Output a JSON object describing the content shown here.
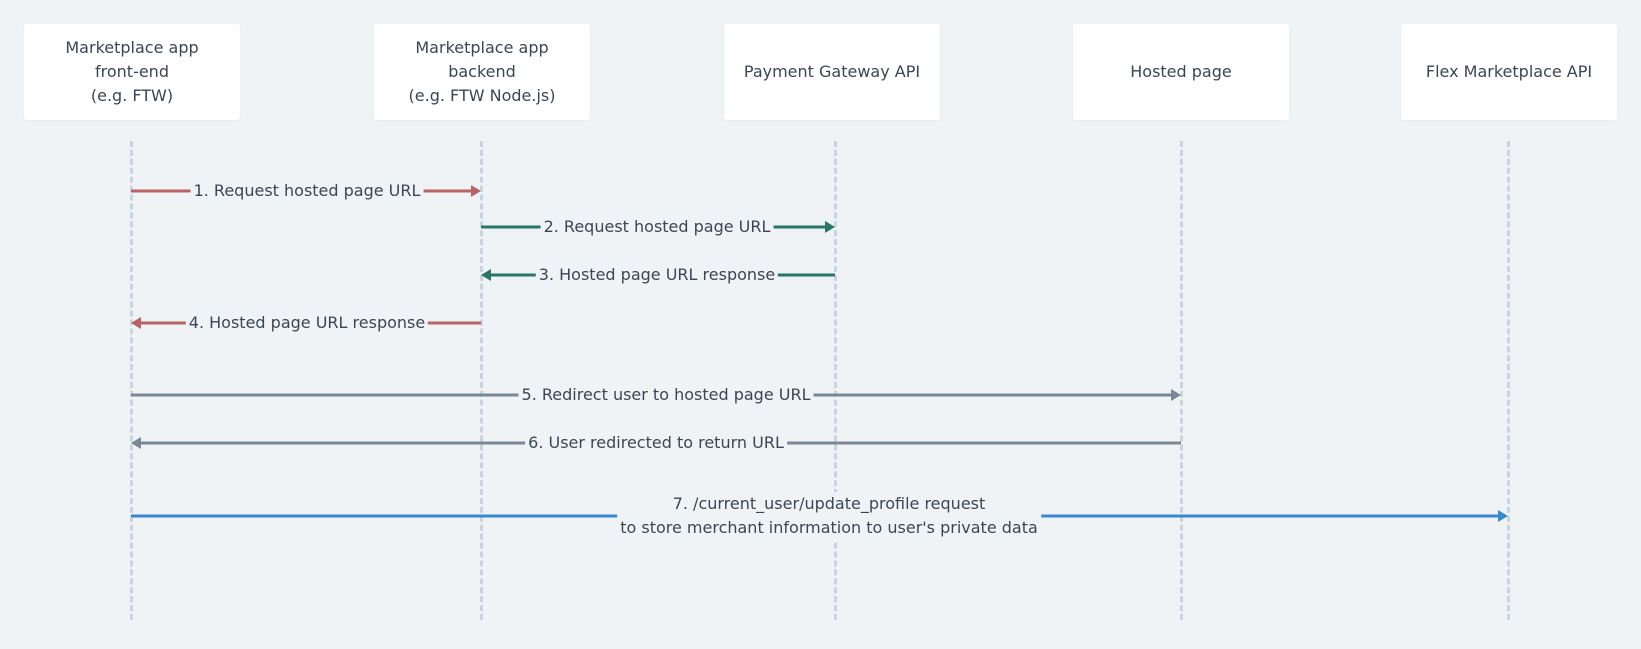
{
  "actors": {
    "frontend": "Marketplace app\nfront-end\n(e.g. FTW)",
    "backend": "Marketplace app\nbackend\n(e.g. FTW Node.js)",
    "gateway": "Payment Gateway API",
    "hosted": "Hosted page",
    "flex": "Flex Marketplace API"
  },
  "messages": [
    {
      "from": "frontend",
      "to": "backend",
      "label": "1. Request hosted page URL",
      "color": "#b86464"
    },
    {
      "from": "backend",
      "to": "gateway",
      "label": "2. Request hosted page URL",
      "color": "#2a7565"
    },
    {
      "from": "gateway",
      "to": "backend",
      "label": "3. Hosted page URL response",
      "color": "#2a7565"
    },
    {
      "from": "backend",
      "to": "frontend",
      "label": "4. Hosted page URL response",
      "color": "#b86464"
    },
    {
      "from": "frontend",
      "to": "hosted",
      "label": "5. Redirect user to hosted page URL",
      "color": "#7a8794"
    },
    {
      "from": "hosted",
      "to": "frontend",
      "label": "6. User redirected to return URL",
      "color": "#7a8794"
    },
    {
      "from": "frontend",
      "to": "flex",
      "label": "7. /current_user/update_profile request\nto store merchant information to user's private data",
      "color": "#3a87cf"
    }
  ],
  "colors": {
    "background": "#eff3f6",
    "lifeline": "#cad4dc",
    "text": "#3b4654"
  }
}
